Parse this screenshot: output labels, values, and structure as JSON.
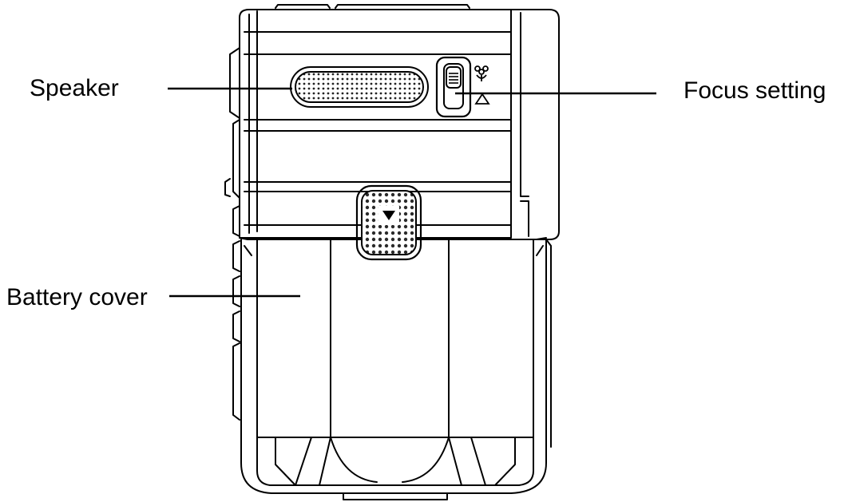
{
  "labels": {
    "speaker": "Speaker",
    "focus_setting": "Focus setting",
    "battery_cover": "Battery cover"
  },
  "icons": {
    "focus_upper": "macro-flower-icon",
    "focus_lower": "landscape-mountain-icon",
    "release_button": "down-triangle-icon"
  },
  "colors": {
    "line": "#000000",
    "background": "#ffffff"
  }
}
